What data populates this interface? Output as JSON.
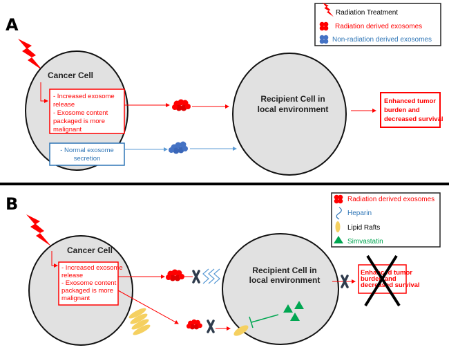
{
  "colors": {
    "red": "#ff0000",
    "blue": "#2e75b6",
    "green": "#00a651",
    "yellow": "#f5d060",
    "cell_fill": "#e1e1e1",
    "blocker": "#2f3b4c"
  },
  "panelA": {
    "label": "A",
    "legend": [
      {
        "icon": "lightning-icon",
        "text": "Radiation Treatment",
        "color": "#000000"
      },
      {
        "icon": "red-exosome-icon",
        "text": "Radiation derived exosomes",
        "color": "#ff0000"
      },
      {
        "icon": "blue-exosome-icon",
        "text": "Non-radiation derived exosomes",
        "color": "#2e75b6"
      }
    ],
    "cancer_cell": {
      "title": "Cancer Cell",
      "red_box": [
        "- Increased exosome",
        "release",
        "- Exosome content",
        "packaged is more",
        "malignant"
      ],
      "blue_box": [
        "- Normal exosome",
        "secretion"
      ]
    },
    "recipient_cell": {
      "title_lines": [
        "Recipient Cell in",
        "local environment"
      ]
    },
    "outcome": [
      "Enhanced tumor",
      "burden and",
      "decreased survival"
    ]
  },
  "panelB": {
    "label": "B",
    "legend": [
      {
        "icon": "red-exosome-icon",
        "text": "Radiation derived exosomes",
        "color": "#ff0000"
      },
      {
        "icon": "heparin-icon",
        "text": "Heparin",
        "color": "#2e75b6"
      },
      {
        "icon": "lipid-raft-icon",
        "text": "Lipid Rafts",
        "color": "#000000"
      },
      {
        "icon": "simvastatin-icon",
        "text": "Simvastatin",
        "color": "#00a651"
      }
    ],
    "cancer_cell": {
      "title": "Cancer Cell",
      "red_box": [
        "- Increased exosome",
        "release",
        "- Exosome content",
        "packaged is more",
        "malignant"
      ]
    },
    "recipient_cell": {
      "title_lines": [
        "Recipient Cell in",
        "local environment"
      ]
    },
    "outcome": [
      "Enhanced tumor",
      "burden and",
      "decreased survival"
    ]
  }
}
